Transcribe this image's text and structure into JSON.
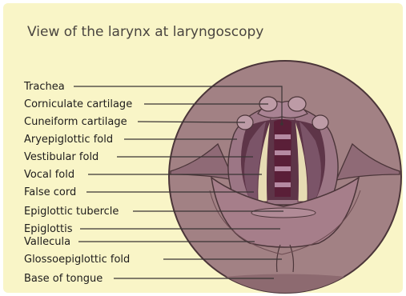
{
  "title": "View of the larynx at laryngoscopy",
  "labels": [
    "Trachea",
    "Corniculate cartilage",
    "Cuneiform cartilage",
    "Aryepiglottic fold",
    "Vestibular fold",
    "Vocal fold",
    "False cord",
    "Epiglottic tubercle",
    "Epiglottis",
    "Vallecula",
    "Glossoepiglottic fold",
    "Base of tongue"
  ],
  "colors": {
    "background": "#f9f5c7",
    "outer_circle": "#a28184",
    "vestibule": "#5e3548",
    "trachea_dark": "#5a1f38",
    "trachea_ring": "#b58aa2",
    "vocal_fold": "#e6dbb3",
    "epiglottis": "#a67e8a",
    "cartilage": "#bd9ba6"
  }
}
